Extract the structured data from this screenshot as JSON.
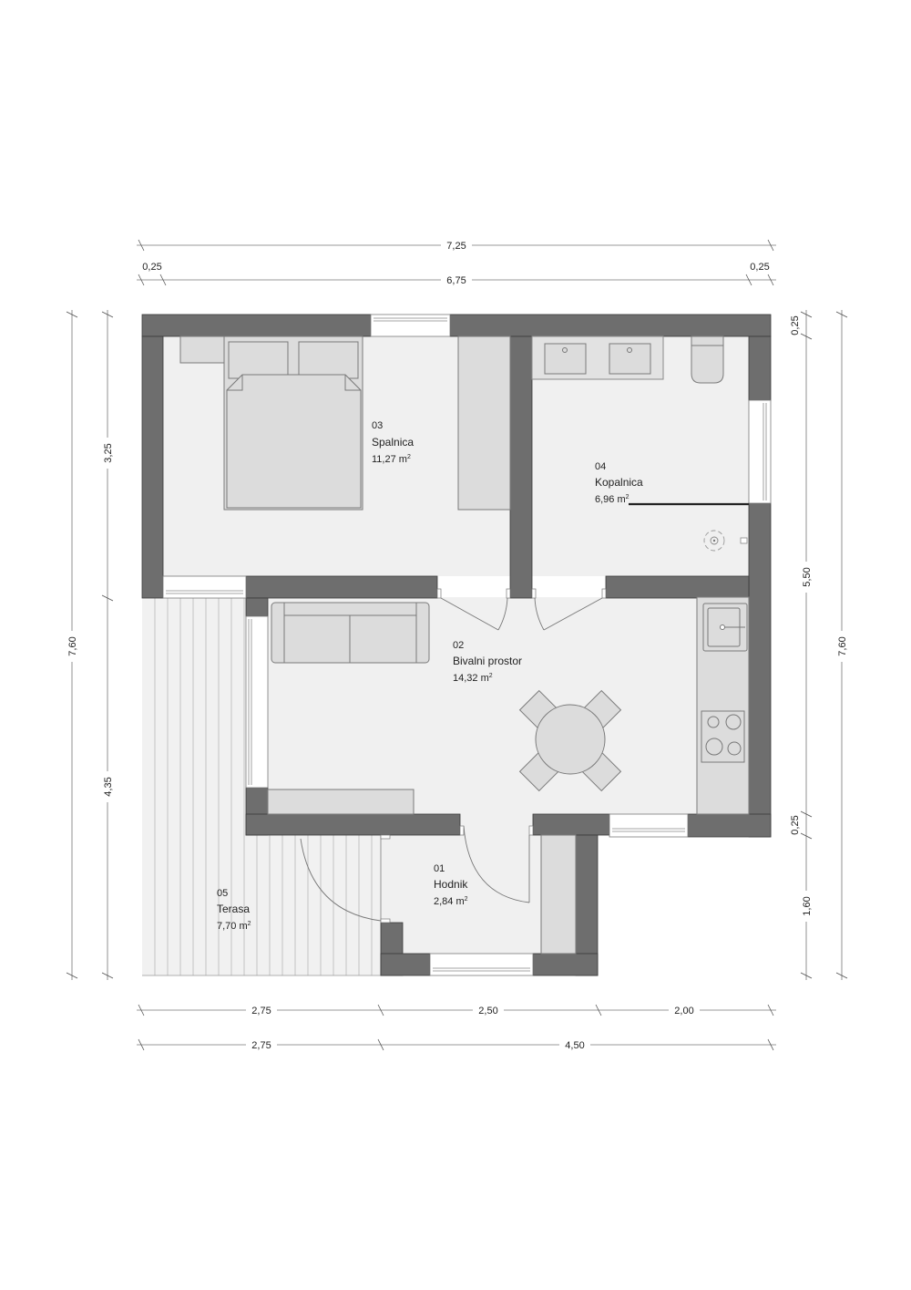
{
  "plan": {
    "units": "m",
    "colors": {
      "wall": "#6e6e6e",
      "floor": "#f0f0f0",
      "furniture": "#dcdcdc",
      "background": "#ffffff"
    },
    "rooms": [
      {
        "number": "01",
        "name": "Hodnik",
        "area": "2,84 m",
        "sup": "2"
      },
      {
        "number": "02",
        "name": "Bivalni prostor",
        "area": "14,32 m",
        "sup": "2"
      },
      {
        "number": "03",
        "name": "Spalnica",
        "area": "11,27 m",
        "sup": "2"
      },
      {
        "number": "04",
        "name": "Kopalnica",
        "area": "6,96 m",
        "sup": "2"
      },
      {
        "number": "05",
        "name": "Terasa",
        "area": "7,70 m",
        "sup": "2"
      }
    ]
  },
  "dimensions": {
    "top": {
      "overall": "7,25",
      "left_wall": "0,25",
      "inner": "6,75",
      "right_wall": "0,25"
    },
    "bottom": {
      "seg1": "2,75",
      "seg2": "2,50",
      "seg3": "2,00",
      "total_left": "2,75",
      "total_right": "4,50"
    },
    "left": {
      "overall": "7,60",
      "upper": "3,25",
      "lower": "4,35"
    },
    "right": {
      "top_wall": "0,25",
      "middle": "5,50",
      "wall2": "0,25",
      "bottom": "1,60",
      "overall": "7,60"
    }
  }
}
